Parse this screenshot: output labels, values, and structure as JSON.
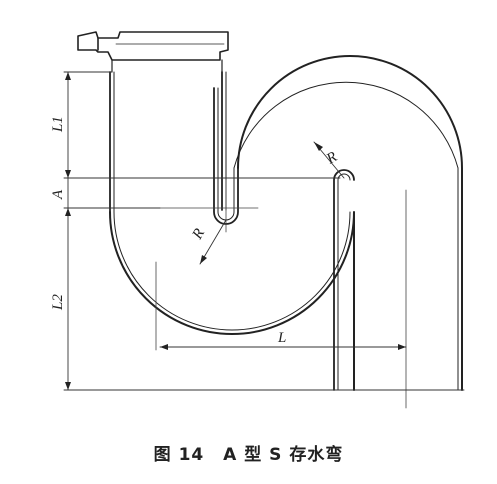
{
  "figure": {
    "labels": {
      "l1": "L1",
      "a": "A",
      "l2": "L2",
      "r_left": "R",
      "r_right": "R",
      "l": "L"
    },
    "caption": {
      "number": "图 14",
      "title": "A 型 S 存水弯"
    }
  }
}
